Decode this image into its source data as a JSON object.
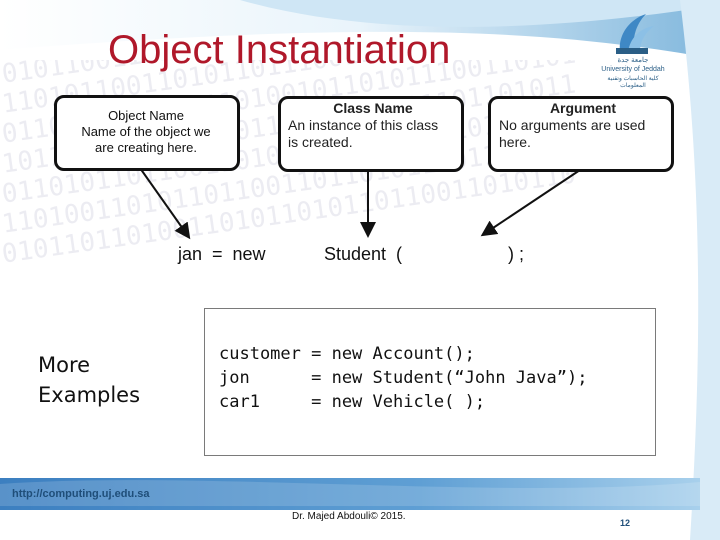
{
  "title": "Object Instantiation",
  "logo": {
    "arabic": "جامعة جدة",
    "english": "University of Jeddah",
    "college": "كلية الحاسبات وتقنية المعلومات"
  },
  "callouts": {
    "object_name": {
      "heading": "Object Name",
      "line1": "Name of the object we",
      "line2": "are creating here."
    },
    "class_name": {
      "heading": "Class Name",
      "line1": "An instance of this class",
      "line2": "is created."
    },
    "argument": {
      "heading": "Argument",
      "line1": "No arguments are used",
      "line2": "here."
    }
  },
  "statement": {
    "part1": "jan  =  new",
    "part2": "Student  (",
    "part3": ") ;"
  },
  "examples_label": {
    "line1": "More",
    "line2": "Examples"
  },
  "code": [
    "customer = new Account();",
    "jon      = new Student(“John Java”);",
    "car1     = new Vehicle( );"
  ],
  "footer": {
    "url": "http://computing.uj.edu.sa",
    "credit": "Dr. Majed Abdouli© 2015.",
    "page": "12"
  },
  "colors": {
    "title": "#b0182a",
    "accent": "#1f4e79",
    "band": "#2f6fb0"
  }
}
